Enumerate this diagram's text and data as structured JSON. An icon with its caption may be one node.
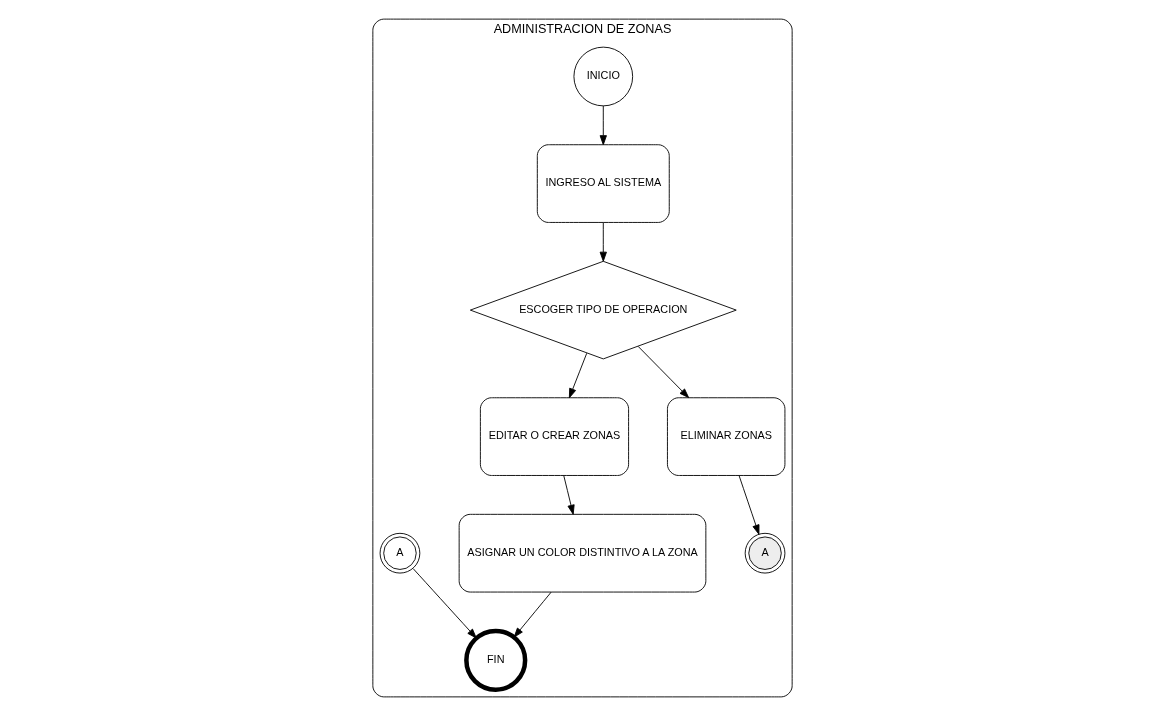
{
  "diagram": {
    "nodes": [
      {
        "text": [
          "ADMINISTRACION DE ZONAS"
        ]
      },
      {
        "text": [
          "INICIO"
        ],
        "in": 0
      },
      {
        "text": [
          "INGRESO AL SISTEMA"
        ],
        "in": 0
      },
      {
        "text": [
          "ASIGNAR UN COLOR DISTINTIVO A LA ZONA"
        ],
        "in": 0
      },
      {
        "text": [
          "FIN"
        ],
        "in": 0
      },
      {
        "text": [
          "EDITAR O CREAR ZONAS"
        ],
        "in": 0
      },
      {
        "text": [
          "A"
        ],
        "in": 0
      },
      {
        "text": [
          "ESCOGER TIPO DE OPERACION"
        ],
        "in": 0
      },
      {
        "text": [
          "ELIMINAR ZONAS"
        ],
        "in": 0
      },
      {
        "text": [
          "A"
        ],
        "in": 0
      }
    ],
    "edges": [
      {
        "from": 1,
        "to": 2,
        "arrow": "to"
      },
      {
        "from": 2,
        "to": 7,
        "arrow": "to"
      },
      {
        "from": 7,
        "to": 5,
        "arrow": "to"
      },
      {
        "from": 7,
        "to": 8,
        "arrow": "to"
      },
      {
        "from": 5,
        "to": 3,
        "arrow": "to"
      },
      {
        "from": 3,
        "to": 4,
        "arrow": "to"
      },
      {
        "from": 8,
        "to": 9,
        "arrow": "to"
      },
      {
        "from": 6,
        "to": 4,
        "arrow": "to"
      }
    ]
  }
}
